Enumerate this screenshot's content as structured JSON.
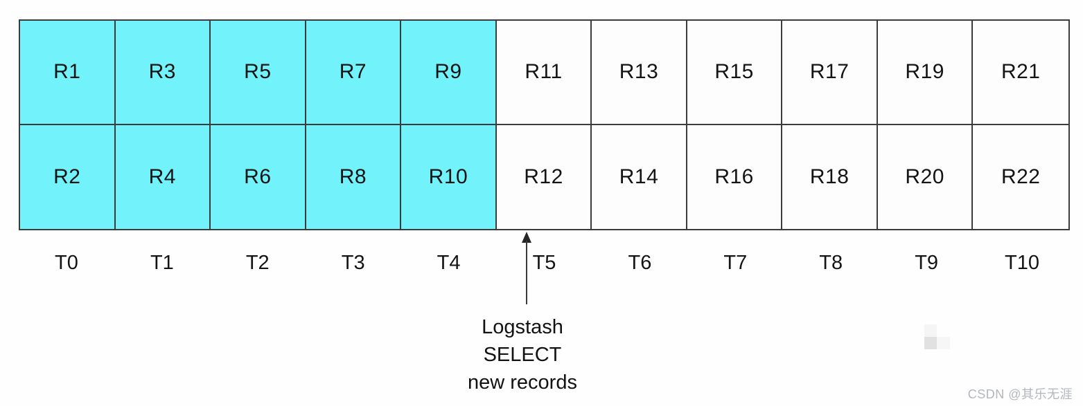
{
  "colors": {
    "highlight": "#72f2fa",
    "border": "#3b3b3b",
    "text": "#141414",
    "watermark_text_color": "#b3b6bb"
  },
  "table": {
    "highlighted_column_count": 5,
    "top_row": [
      "R1",
      "R3",
      "R5",
      "R7",
      "R9",
      "R11",
      "R13",
      "R15",
      "R17",
      "R19",
      "R21"
    ],
    "bottom_row": [
      "R2",
      "R4",
      "R6",
      "R8",
      "R10",
      "R12",
      "R14",
      "R16",
      "R18",
      "R20",
      "R22"
    ],
    "time_labels": [
      "T0",
      "T1",
      "T2",
      "T3",
      "T4",
      "T5",
      "T6",
      "T7",
      "T8",
      "T9",
      "T10"
    ]
  },
  "annotation": {
    "line1": "Logstash",
    "line2": "SELECT",
    "line3": "new records"
  },
  "watermark": "CSDN @其乐无涯"
}
